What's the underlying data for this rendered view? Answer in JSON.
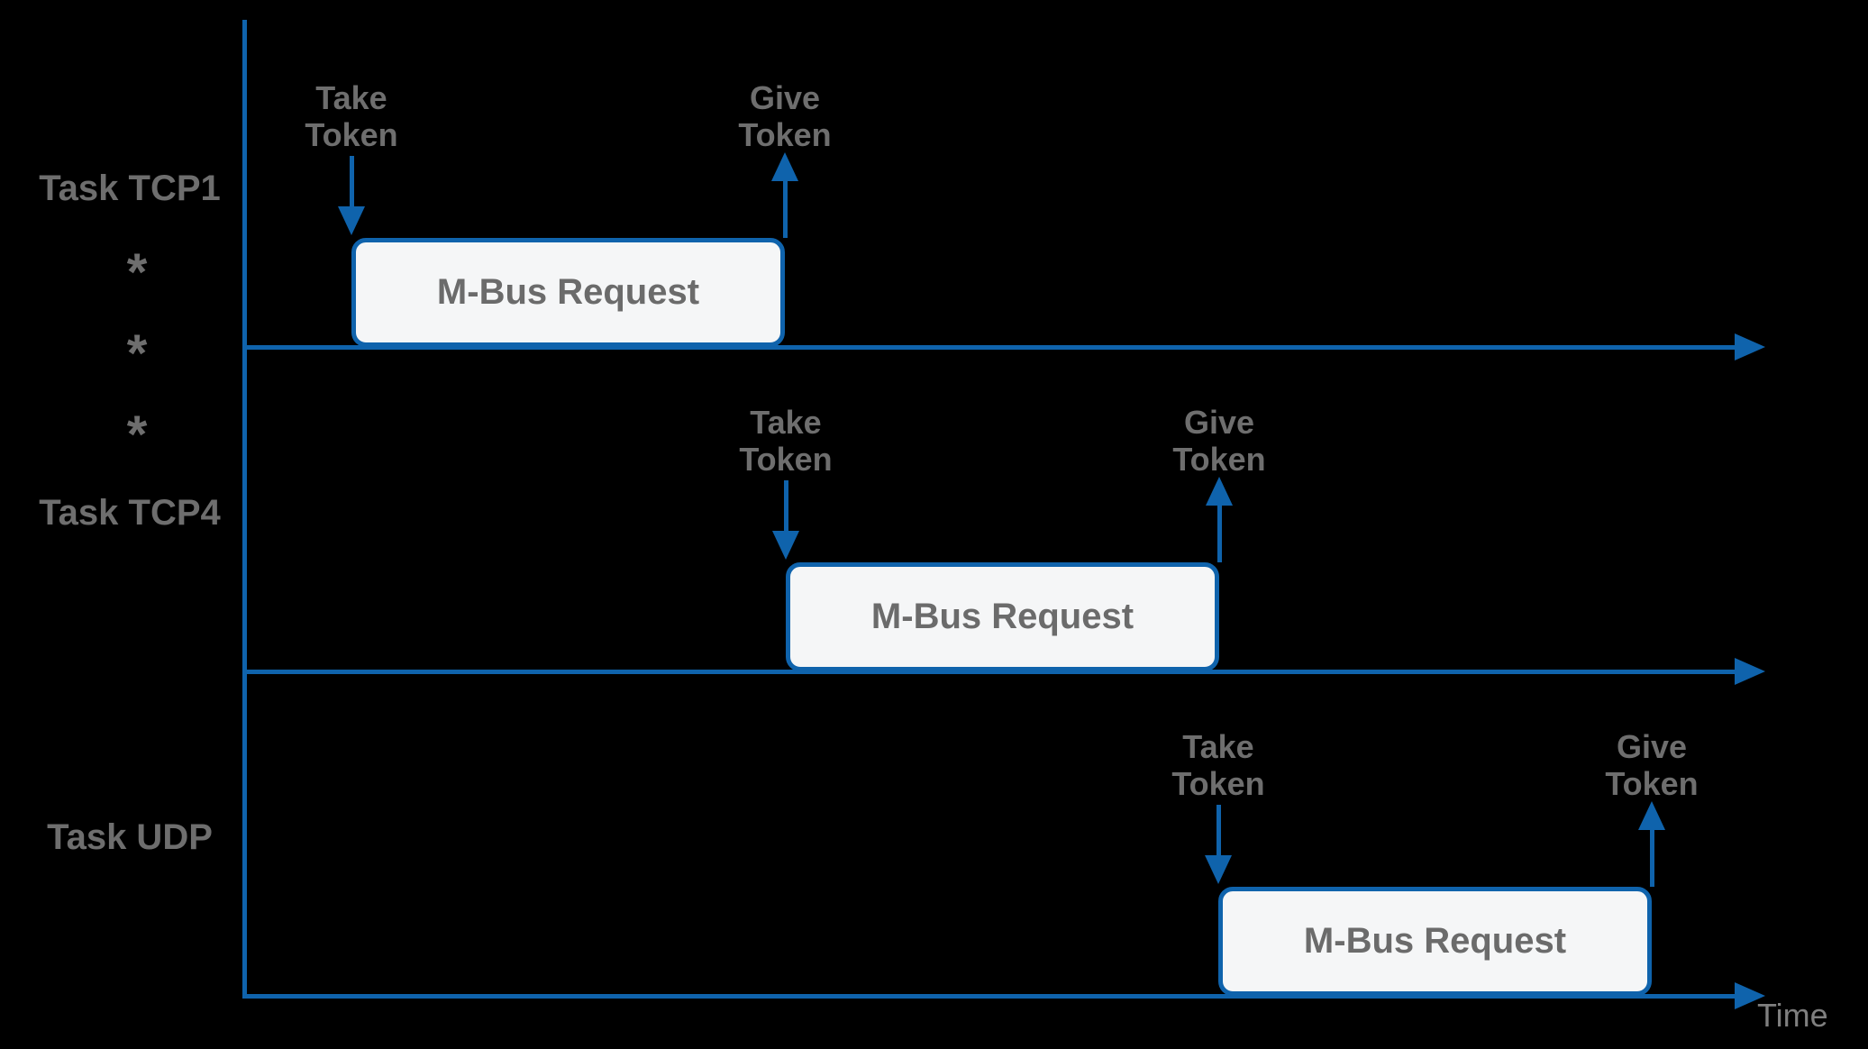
{
  "colors": {
    "background": "#000000",
    "accent_blue": "#0f63ac",
    "label_gray": "#6e6e6e",
    "box_fill": "#f5f6f7",
    "box_text_gray": "#6b6b6b",
    "time_gray": "#7f7f7f"
  },
  "time_label": "Time",
  "ellipsis": [
    "*",
    "*",
    "*"
  ],
  "rows": [
    {
      "task_label": "Task TCP1",
      "box_label": "M-Bus Request",
      "take_token": [
        "Take",
        "Token"
      ],
      "give_token": [
        "Give",
        "Token"
      ]
    },
    {
      "task_label": "Task TCP4",
      "box_label": "M-Bus Request",
      "take_token": [
        "Take",
        "Token"
      ],
      "give_token": [
        "Give",
        "Token"
      ]
    },
    {
      "task_label": "Task UDP",
      "box_label": "M-Bus Request",
      "take_token": [
        "Take",
        "Token"
      ],
      "give_token": [
        "Give",
        "Token"
      ]
    }
  ]
}
